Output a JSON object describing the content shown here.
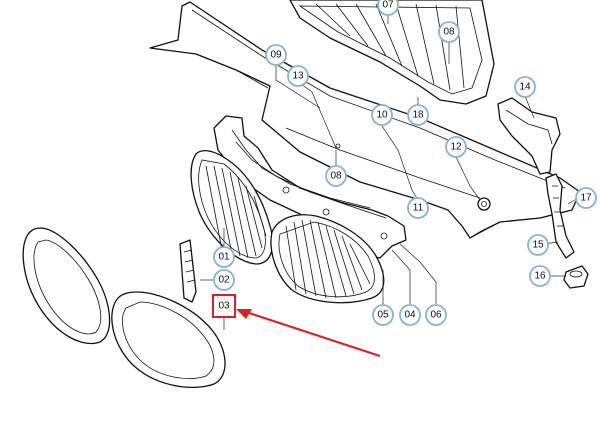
{
  "diagram": {
    "callouts": [
      {
        "id": "c01",
        "label": "01"
      },
      {
        "id": "c02",
        "label": "02"
      },
      {
        "id": "c03",
        "label": "03"
      },
      {
        "id": "c04",
        "label": "04"
      },
      {
        "id": "c05",
        "label": "05"
      },
      {
        "id": "c06",
        "label": "06"
      },
      {
        "id": "c07",
        "label": "07"
      },
      {
        "id": "c08a",
        "label": "08"
      },
      {
        "id": "c08b",
        "label": "08"
      },
      {
        "id": "c09",
        "label": "09"
      },
      {
        "id": "c10",
        "label": "10"
      },
      {
        "id": "c11",
        "label": "11"
      },
      {
        "id": "c12",
        "label": "12"
      },
      {
        "id": "c13",
        "label": "13"
      },
      {
        "id": "c14",
        "label": "14"
      },
      {
        "id": "c15",
        "label": "15"
      },
      {
        "id": "c16",
        "label": "16"
      },
      {
        "id": "c17",
        "label": "17"
      },
      {
        "id": "c18",
        "label": "18"
      }
    ],
    "highlight": {
      "label": "03",
      "box_color": "#e02020",
      "arrow_color": "#e02020"
    },
    "colors": {
      "callout_ring": "#7fb6d9",
      "linework": "#111111"
    }
  }
}
